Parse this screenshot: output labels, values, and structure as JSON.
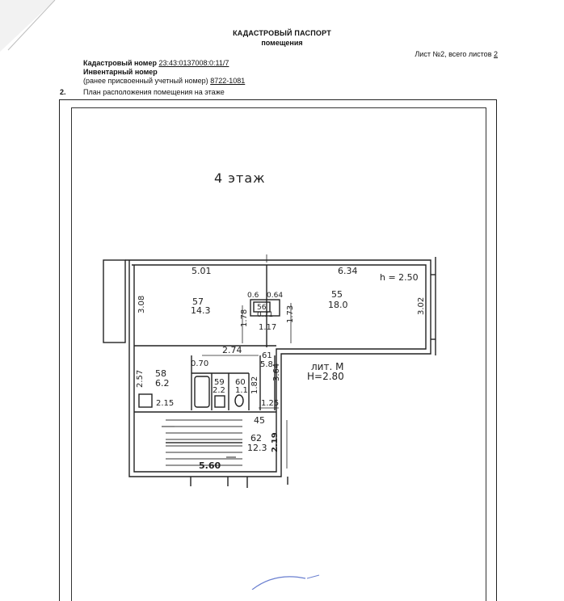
{
  "header": {
    "title": "КАДАСТРОВЫЙ ПАСПОРТ",
    "subtitle": "помещения"
  },
  "sheet": {
    "prefix": "Лист №2, всего листов ",
    "total": "2"
  },
  "meta": {
    "cadastral_label": "Кадастровый номер",
    "cadastral_number": "23:43:0137008:0:11/7",
    "inventory_label": "Инвентарный номер",
    "former_label": "(ранее присвоенный учетный номер)",
    "former_number": "8722-1081"
  },
  "section": {
    "number": "2.",
    "title": "План расположения помещения на этаже"
  },
  "plan": {
    "floor_label": "4 этаж",
    "ceiling_height": "h = 2.50",
    "lit_label": "лит. М",
    "lit_height": "Н=2.80",
    "rooms": [
      {
        "number": "57",
        "area": "14.3"
      },
      {
        "number": "55",
        "area": "18.0"
      },
      {
        "number": "56",
        "area": "0.71"
      },
      {
        "number": "58",
        "area": "6.2"
      },
      {
        "number": "59",
        "area": "2.2"
      },
      {
        "number": "60",
        "area": "1.1"
      },
      {
        "number": "61",
        "area": "5.8"
      },
      {
        "number": "62",
        "area": "12.3"
      }
    ],
    "dimensions": {
      "d501": "5.01",
      "d634": "6.34",
      "d308": "3.08",
      "d302": "3.02",
      "d06": "0.6",
      "d064": "0.64",
      "d178": "1.78",
      "d173": "1.73",
      "d117": "1.17",
      "d274": "2.74",
      "d07": "0.70",
      "d257": "2.57",
      "d215": "2.15",
      "d182": "1.82",
      "d364": "3.64",
      "d125": "1.25",
      "d45": "45",
      "d219": "2.19",
      "d560": "5.60"
    }
  }
}
